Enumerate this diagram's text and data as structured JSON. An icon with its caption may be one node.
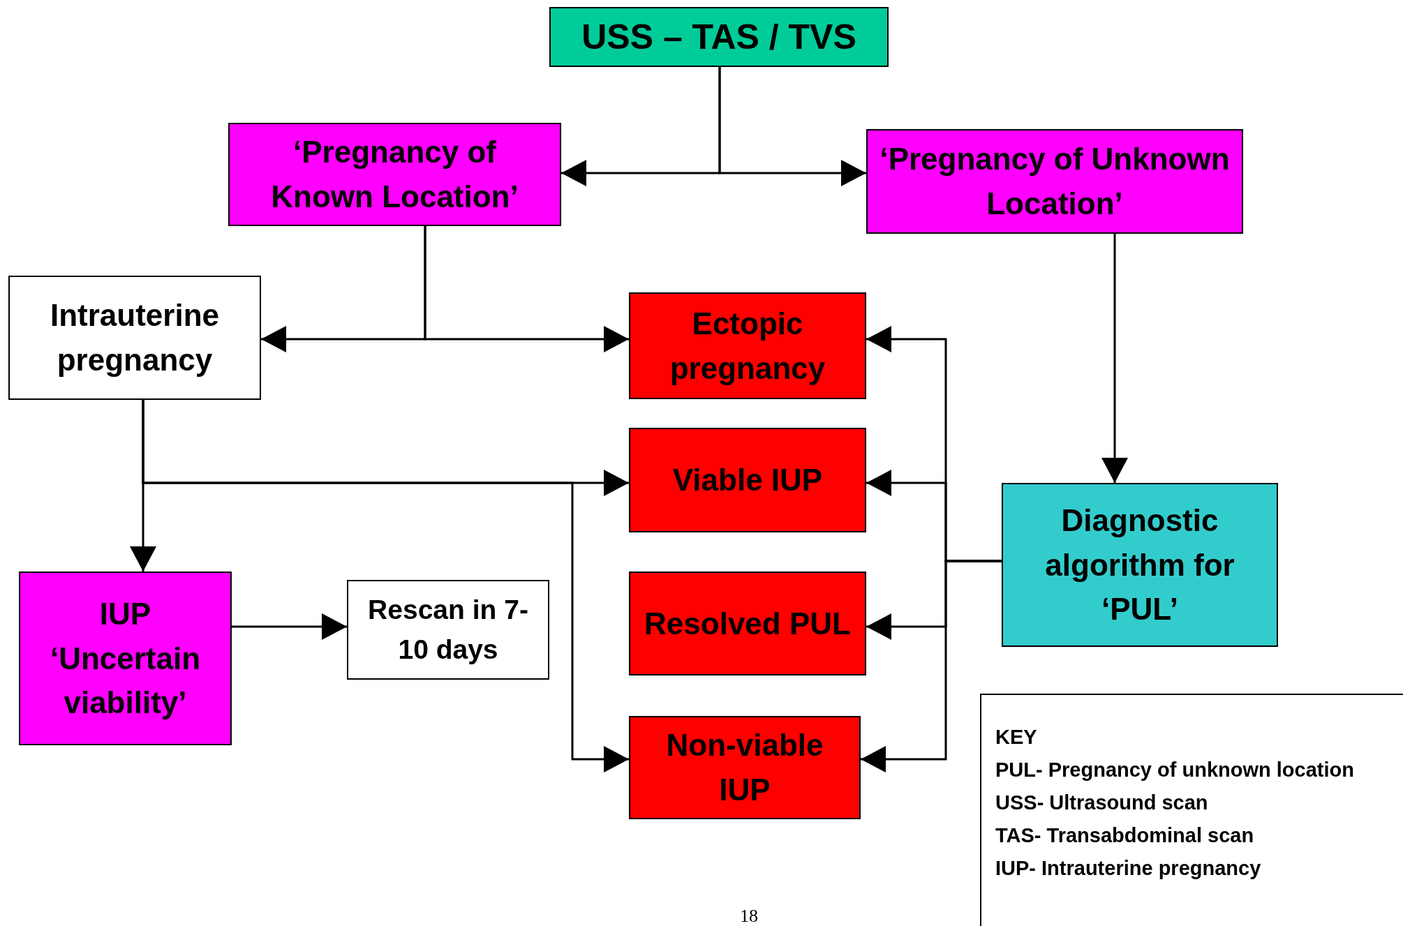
{
  "diagram": {
    "nodes": [
      {
        "text": [
          "USS – TAS / TVS"
        ]
      },
      {
        "text": [
          "‘Pregnancy of Known Location’"
        ]
      },
      {
        "text": [
          "‘Pregnancy of Unknown Location’"
        ]
      },
      {
        "text": [
          "Intrauterine pregnancy"
        ]
      },
      {
        "text": [
          "Ectopic pregnancy"
        ]
      },
      {
        "text": [
          "Viable IUP"
        ]
      },
      {
        "text": [
          "Diagnostic algorithm for ‘PUL’"
        ]
      },
      {
        "text": [
          "IUP",
          "‘Uncertain viability’"
        ]
      },
      {
        "text": [
          "Rescan in 7-10 days"
        ]
      },
      {
        "text": [
          "Resolved PUL"
        ]
      },
      {
        "text": [
          "Non-viable IUP"
        ]
      }
    ],
    "edges": [
      {
        "from": 0,
        "to": 1,
        "arrow": "to"
      },
      {
        "from": 0,
        "to": 2,
        "arrow": "to"
      },
      {
        "from": 1,
        "to": 3,
        "arrow": "to"
      },
      {
        "from": 1,
        "to": 4,
        "arrow": "to"
      },
      {
        "from": 2,
        "to": 6,
        "arrow": "to"
      },
      {
        "from": 3,
        "to": 5,
        "arrow": "to"
      },
      {
        "from": 3,
        "to": 7,
        "arrow": "to"
      },
      {
        "from": 3,
        "to": 10,
        "arrow": "to"
      },
      {
        "from": 7,
        "to": 8,
        "arrow": "to"
      },
      {
        "from": 6,
        "to": 4,
        "arrow": "to"
      },
      {
        "from": 6,
        "to": 5,
        "arrow": "to"
      },
      {
        "from": 6,
        "to": 9,
        "arrow": "to"
      },
      {
        "from": 6,
        "to": 10,
        "arrow": "to"
      }
    ],
    "labels": [
      "KEY",
      "PUL- Pregnancy of unknown location",
      "USS- Ultrasound scan",
      "TAS- Transabdominal scan",
      "IUP- Intrauterine pregnancy",
      "18"
    ]
  }
}
